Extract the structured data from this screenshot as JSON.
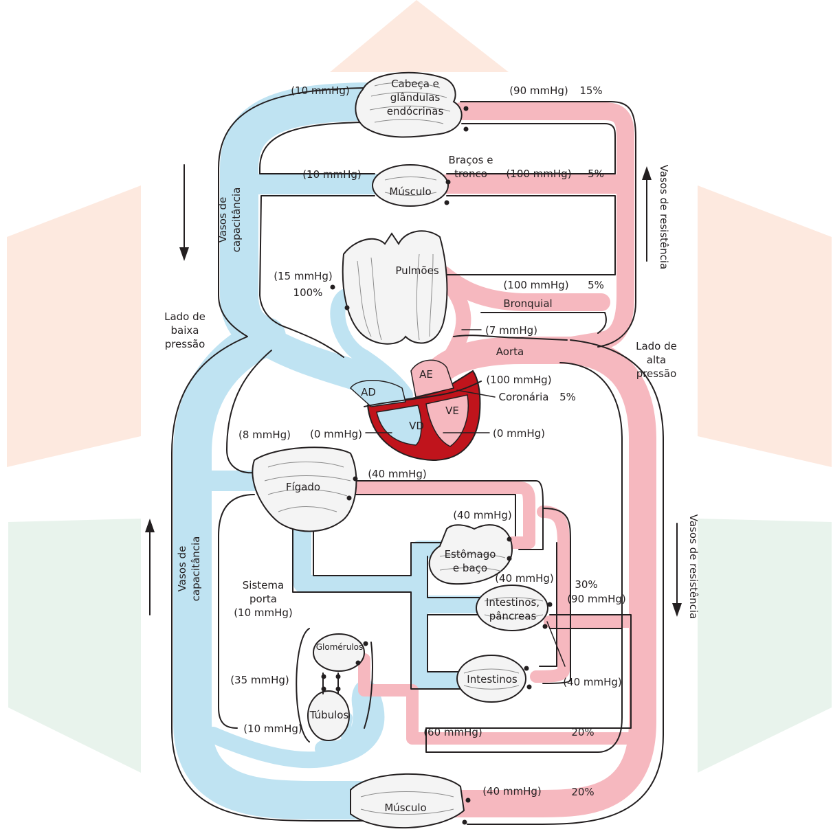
{
  "colors": {
    "vein": "#bfe3f2",
    "artery": "#f6b8bf",
    "ventricle": "#c0141c",
    "organ": "#f4f4f4",
    "outline": "#231f20",
    "watermark_orange": "#fde9df",
    "watermark_green": "#e8f3ec"
  },
  "organs": {
    "head": "Cabeça e\nglândulas\nendócrinas",
    "arms_label": "Braços e\ntronco",
    "muscle_top": "Músculo",
    "lungs": "Pulmões",
    "liver": "Fígado",
    "stomach": "Estômago\ne baço",
    "intestines_pancreas": "Intestinos,\npâncreas",
    "intestines": "Intestinos",
    "glomeruli": "Glomérulos",
    "tubules": "Túbulos",
    "muscle_bottom": "Músculo"
  },
  "heart": {
    "ad": "AD",
    "ae": "AE",
    "vd": "VD",
    "ve": "VE"
  },
  "vessels": {
    "bronchial": "Bronquial",
    "aorta": "Aorta",
    "coronary": "Coronária"
  },
  "pressures": {
    "head_vein": "(10 mmHg)",
    "head_art": "(90 mmHg)",
    "arms_vein": "(10 mmHg)",
    "arms_art": "(100 mmHg)",
    "lung_vein": "(15 mmHg)",
    "bronchial_art": "(100 mmHg)",
    "pulm_art": "(7 mmHg)",
    "coronary_art": "(100 mmHg)",
    "liver_vein": "(8 mmHg)",
    "rv": "(0 mmHg)",
    "lv": "(0 mmHg)",
    "hepatic_art": "(40 mmHg)",
    "stomach_art": "(40 mmHg)",
    "intestine_art": "(40 mmHg)",
    "splanchnic_art": "(90 mmHg)",
    "portal": "Sistema\nporta\n(10 mmHg)",
    "kidney_35": "(35 mmHg)",
    "kidney_10": "(10 mmHg)",
    "kidney_60": "(60 mmHg)",
    "intestine2_art": "(40 mmHg)",
    "muscle_art": "(40 mmHg)"
  },
  "percentages": {
    "head": "15%",
    "arms": "5%",
    "bronchial": "5%",
    "lung": "100%",
    "coronary": "5%",
    "splanchnic": "30%",
    "kidney": "20%",
    "muscle": "20%"
  },
  "side_labels": {
    "low_pressure": "Lado de\nbaixa\npressão",
    "high_pressure": "Lado de\nalta\npressão",
    "capacitance_top": "Vasos de\ncapacitância",
    "capacitance_bottom": "Vasos de\ncapacitância",
    "resistance_top": "Vasos de resistência",
    "resistance_bottom": "Vasos de resistência"
  }
}
